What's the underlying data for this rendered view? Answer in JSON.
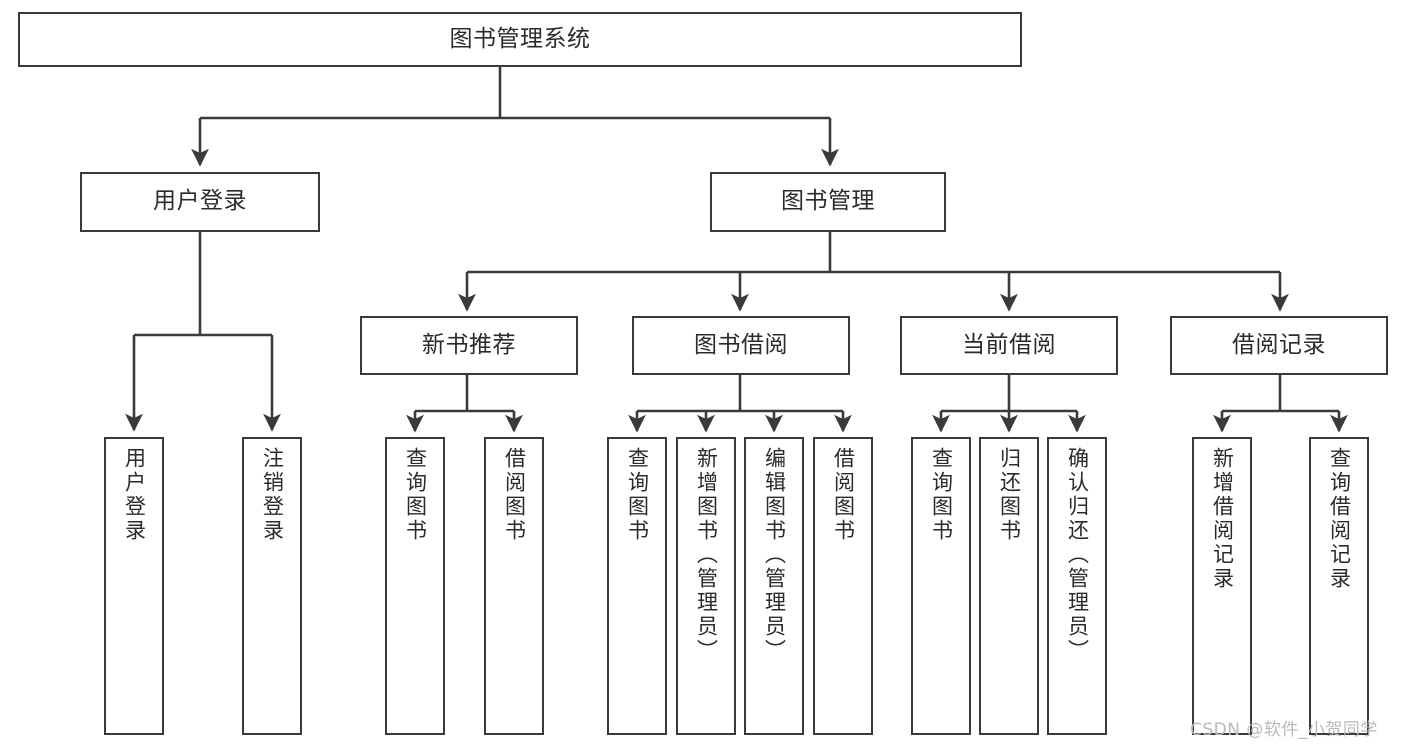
{
  "diagram": {
    "type": "tree-hierarchy",
    "title": "图书管理系统",
    "orientation": "top-down",
    "colors": {
      "stroke": "#3a3a3a",
      "fill": "#ffffff",
      "text": "#2b2b2b",
      "watermark": "#b9b9b9"
    },
    "root": {
      "id": "root",
      "label": "图书管理系统"
    },
    "level1": [
      {
        "id": "user-login",
        "label": "用户登录"
      },
      {
        "id": "book-management",
        "label": "图书管理"
      }
    ],
    "level2": [
      {
        "id": "new-book-recommend",
        "label": "新书推荐",
        "parent": "book-management"
      },
      {
        "id": "book-borrow",
        "label": "图书借阅",
        "parent": "book-management"
      },
      {
        "id": "current-borrow",
        "label": "当前借阅",
        "parent": "book-management"
      },
      {
        "id": "borrow-record",
        "label": "借阅记录",
        "parent": "book-management"
      }
    ],
    "leaves": [
      {
        "id": "leaf-user-login",
        "label": "用户登录",
        "parent": "user-login"
      },
      {
        "id": "leaf-user-logout",
        "label": "注销登录",
        "parent": "user-login"
      },
      {
        "id": "leaf-query-book-1",
        "label": "查询图书",
        "parent": "new-book-recommend"
      },
      {
        "id": "leaf-borrow-book-1",
        "label": "借阅图书",
        "parent": "new-book-recommend"
      },
      {
        "id": "leaf-query-book-2",
        "label": "查询图书",
        "parent": "book-borrow"
      },
      {
        "id": "leaf-add-book",
        "label": "新增图书（管理员）",
        "parent": "book-borrow"
      },
      {
        "id": "leaf-edit-book",
        "label": "编辑图书（管理员）",
        "parent": "book-borrow"
      },
      {
        "id": "leaf-borrow-book-2",
        "label": "借阅图书",
        "parent": "book-borrow"
      },
      {
        "id": "leaf-query-book-3",
        "label": "查询图书",
        "parent": "current-borrow"
      },
      {
        "id": "leaf-return-book",
        "label": "归还图书",
        "parent": "current-borrow"
      },
      {
        "id": "leaf-confirm-return",
        "label": "确认归还（管理员）",
        "parent": "current-borrow"
      },
      {
        "id": "leaf-add-record",
        "label": "新增借阅记录",
        "parent": "borrow-record"
      },
      {
        "id": "leaf-query-record",
        "label": "查询借阅记录",
        "parent": "borrow-record"
      }
    ],
    "watermark": "CSDN @软件_小贺同学"
  }
}
